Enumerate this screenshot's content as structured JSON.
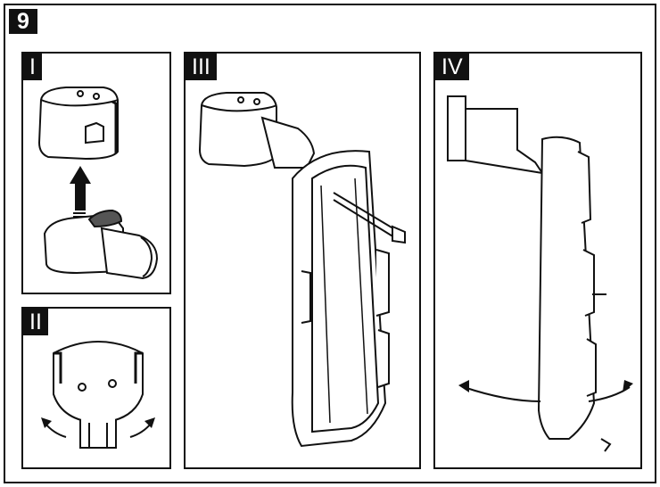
{
  "figure_number": "9",
  "panels": {
    "p1": {
      "label": "I"
    },
    "p2": {
      "label": "II"
    },
    "p3": {
      "label": "III"
    },
    "p4": {
      "label": "IV"
    }
  }
}
